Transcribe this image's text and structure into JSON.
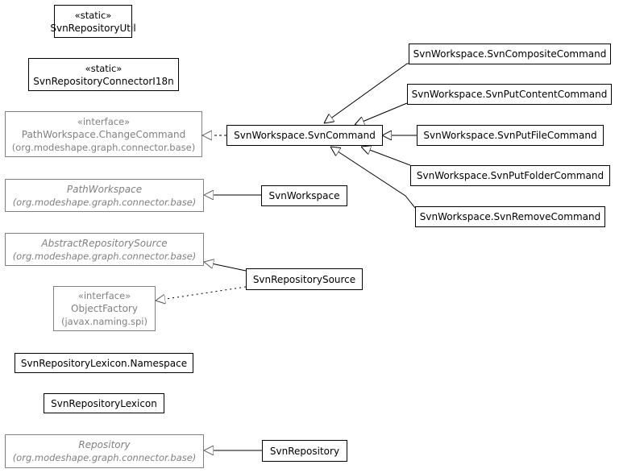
{
  "classes": {
    "svn_repository_util": {
      "stereotype": "«static»",
      "name": "SvnRepositoryUtil"
    },
    "svn_repository_connector_i18n": {
      "stereotype": "«static»",
      "name": "SvnRepositoryConnectorI18n"
    },
    "change_command": {
      "stereotype": "«interface»",
      "name": "PathWorkspace.ChangeCommand",
      "package": "(org.modeshape.graph.connector.base)"
    },
    "path_workspace": {
      "name": "PathWorkspace",
      "package": "(org.modeshape.graph.connector.base)"
    },
    "abstract_repository_source": {
      "name": "AbstractRepositorySource",
      "package": "(org.modeshape.graph.connector.base)"
    },
    "object_factory": {
      "stereotype": "«interface»",
      "name": "ObjectFactory",
      "package": "(javax.naming.spi)"
    },
    "svn_repository_lexicon_namespace": {
      "name": "SvnRepositoryLexicon.Namespace"
    },
    "svn_repository_lexicon": {
      "name": "SvnRepositoryLexicon"
    },
    "repository": {
      "name": "Repository",
      "package": "(org.modeshape.graph.connector.base)"
    },
    "svn_command": {
      "name": "SvnWorkspace.SvnCommand"
    },
    "svn_workspace": {
      "name": "SvnWorkspace"
    },
    "svn_repository_source": {
      "name": "SvnRepositorySource"
    },
    "svn_repository": {
      "name": "SvnRepository"
    },
    "svn_composite_command": {
      "name": "SvnWorkspace.SvnCompositeCommand"
    },
    "svn_put_content_command": {
      "name": "SvnWorkspace.SvnPutContentCommand"
    },
    "svn_put_file_command": {
      "name": "SvnWorkspace.SvnPutFileCommand"
    },
    "svn_put_folder_command": {
      "name": "SvnWorkspace.SvnPutFolderCommand"
    },
    "svn_remove_command": {
      "name": "SvnWorkspace.SvnRemoveCommand"
    }
  },
  "colors": {
    "internal_border": "#000000",
    "external_border": "#808080",
    "external_text": "#808080"
  }
}
